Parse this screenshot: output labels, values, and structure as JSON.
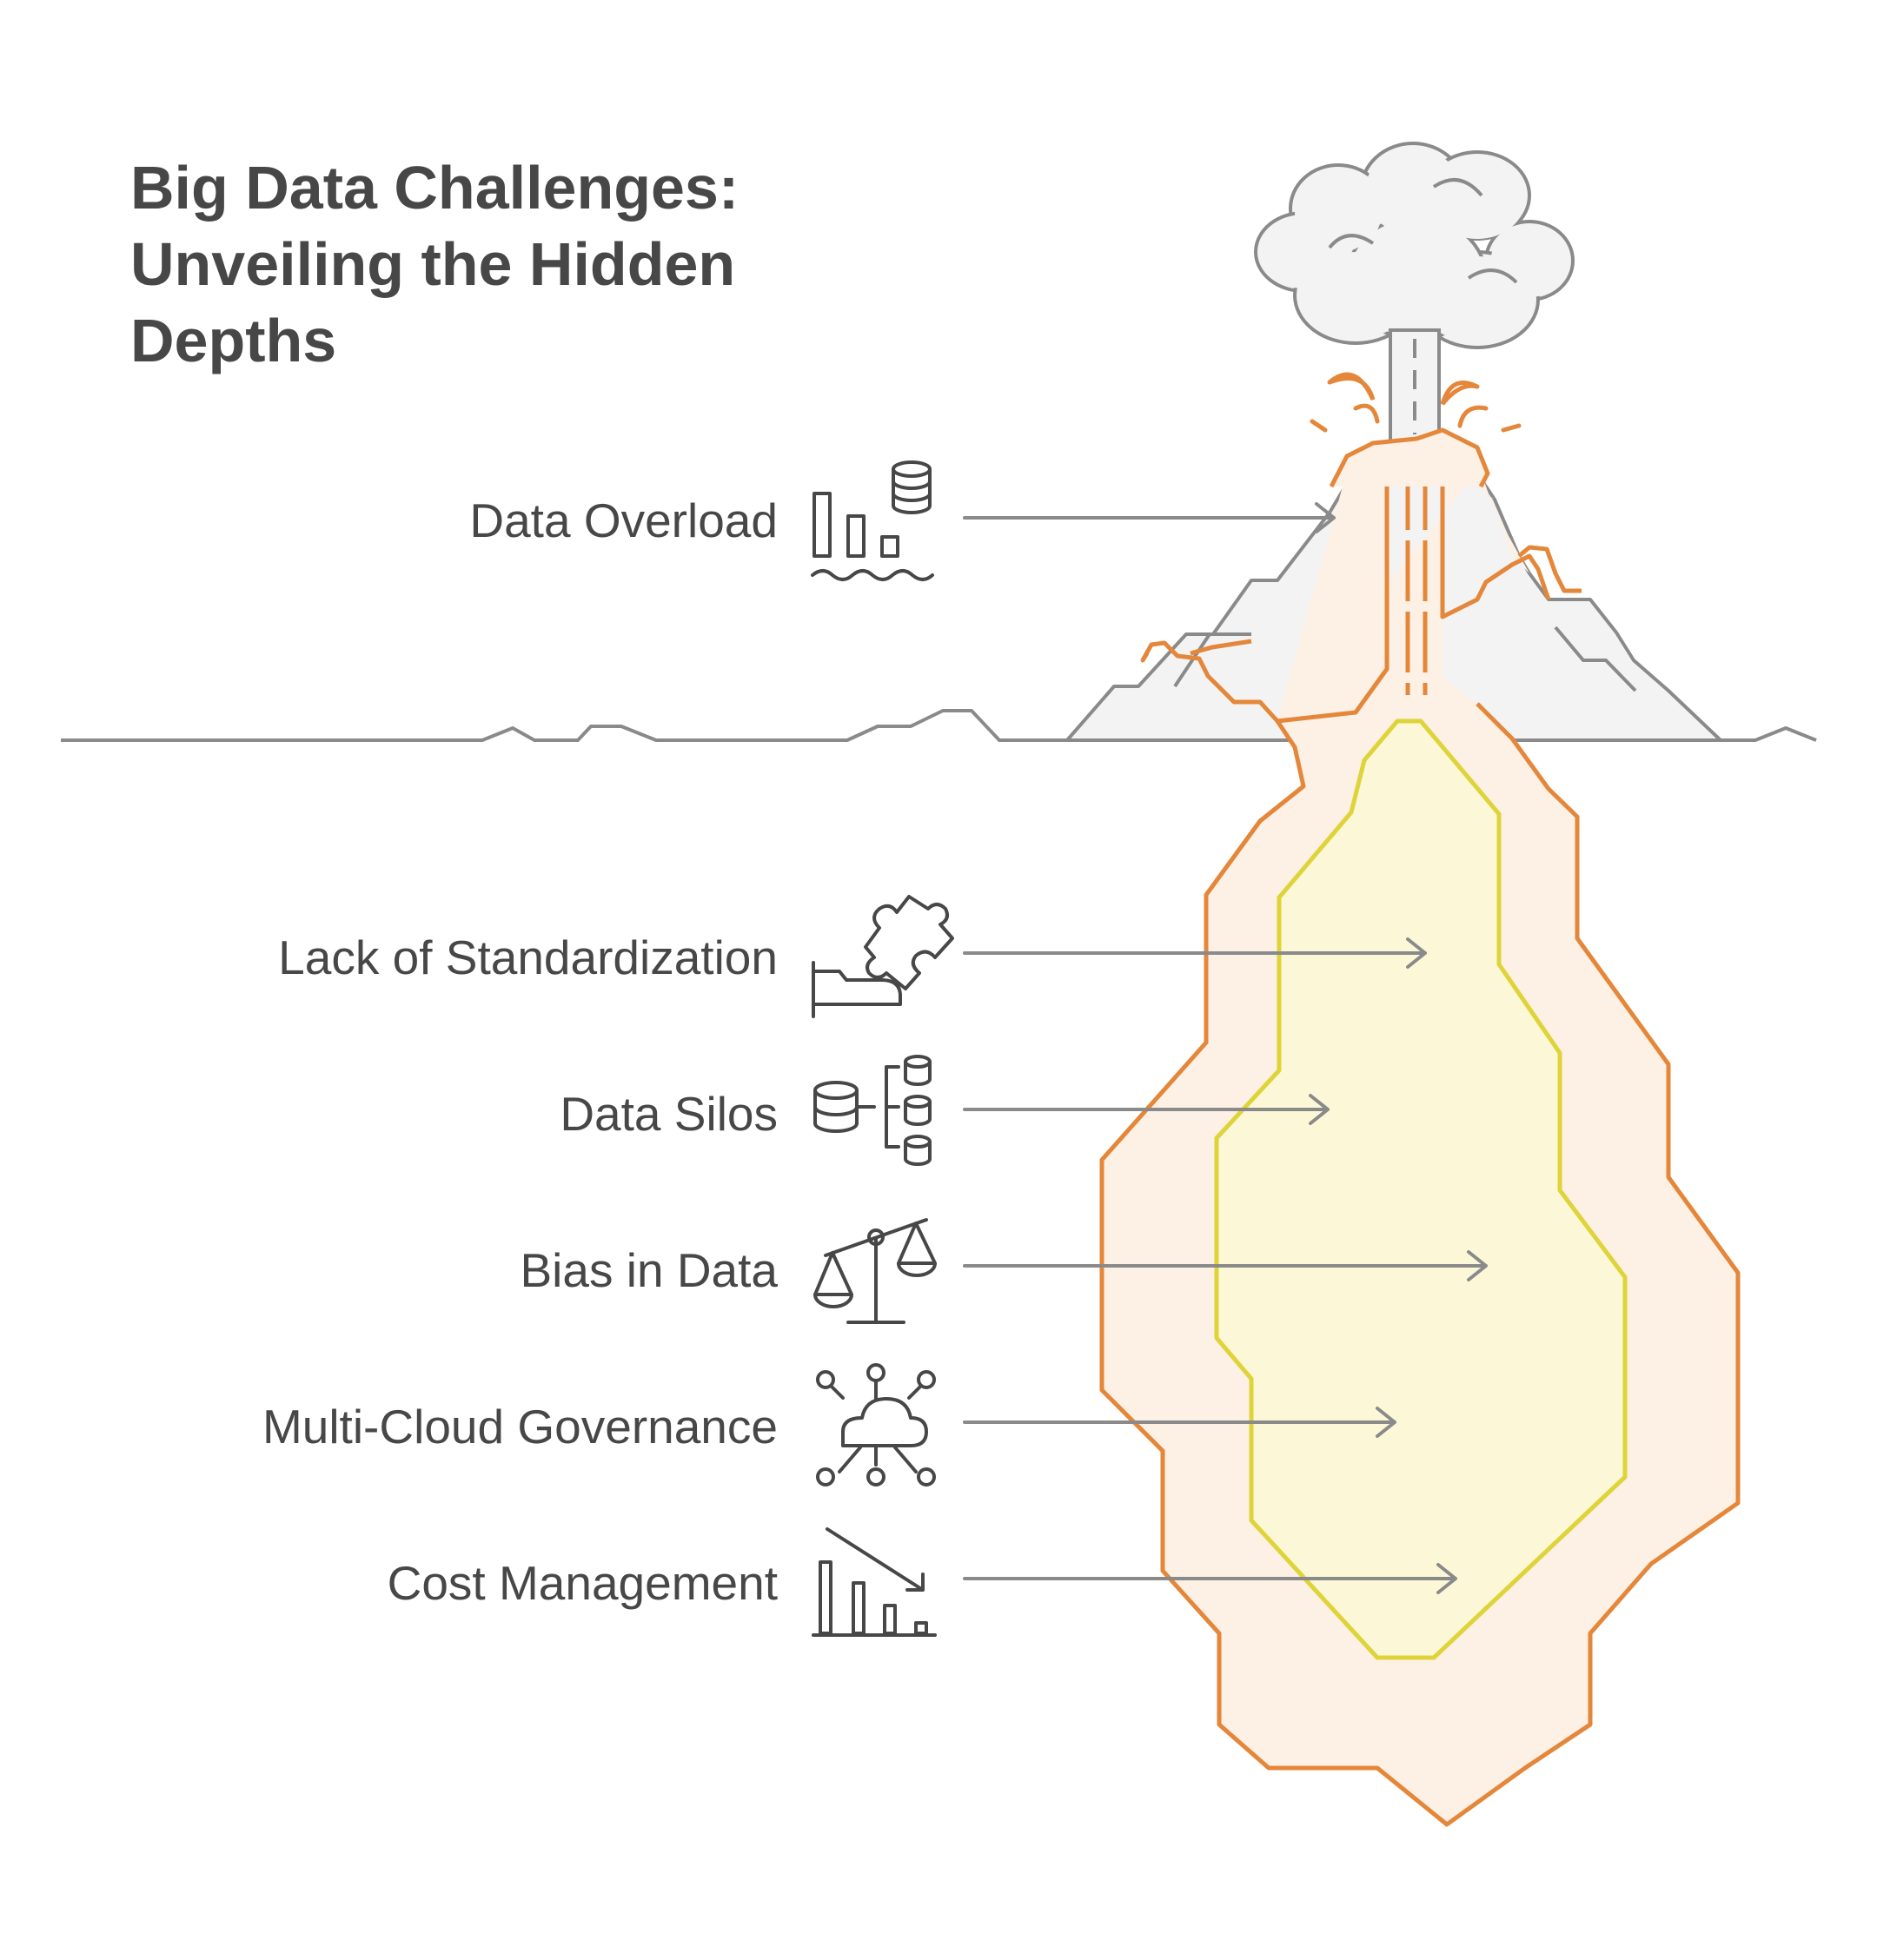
{
  "title": {
    "line1": "Big Data Challenges:",
    "line2": "Unveiling the Hidden",
    "line3": "Depths"
  },
  "challenges": [
    {
      "label": "Data Overload",
      "icon": "database-overflow-icon",
      "zone": "above-surface"
    },
    {
      "label": "Lack of Standardization",
      "icon": "puzzle-piece-hand-icon",
      "zone": "below-surface"
    },
    {
      "label": "Data Silos",
      "icon": "database-network-icon",
      "zone": "below-surface"
    },
    {
      "label": "Bias in Data",
      "icon": "balance-scale-icon",
      "zone": "below-surface"
    },
    {
      "label": "Multi-Cloud Governance",
      "icon": "cloud-network-icon",
      "zone": "below-surface"
    },
    {
      "label": "Cost Management",
      "icon": "declining-bar-chart-icon",
      "zone": "below-surface"
    }
  ],
  "colors": {
    "text": "#474747",
    "outline": "#8a8a8a",
    "mountain_fill": "#f3f3f3",
    "lava_outline": "#e4873a",
    "lava_fill": "#fdf0e4",
    "core_outline": "#ded43a",
    "core_fill": "#fcf8d7"
  }
}
